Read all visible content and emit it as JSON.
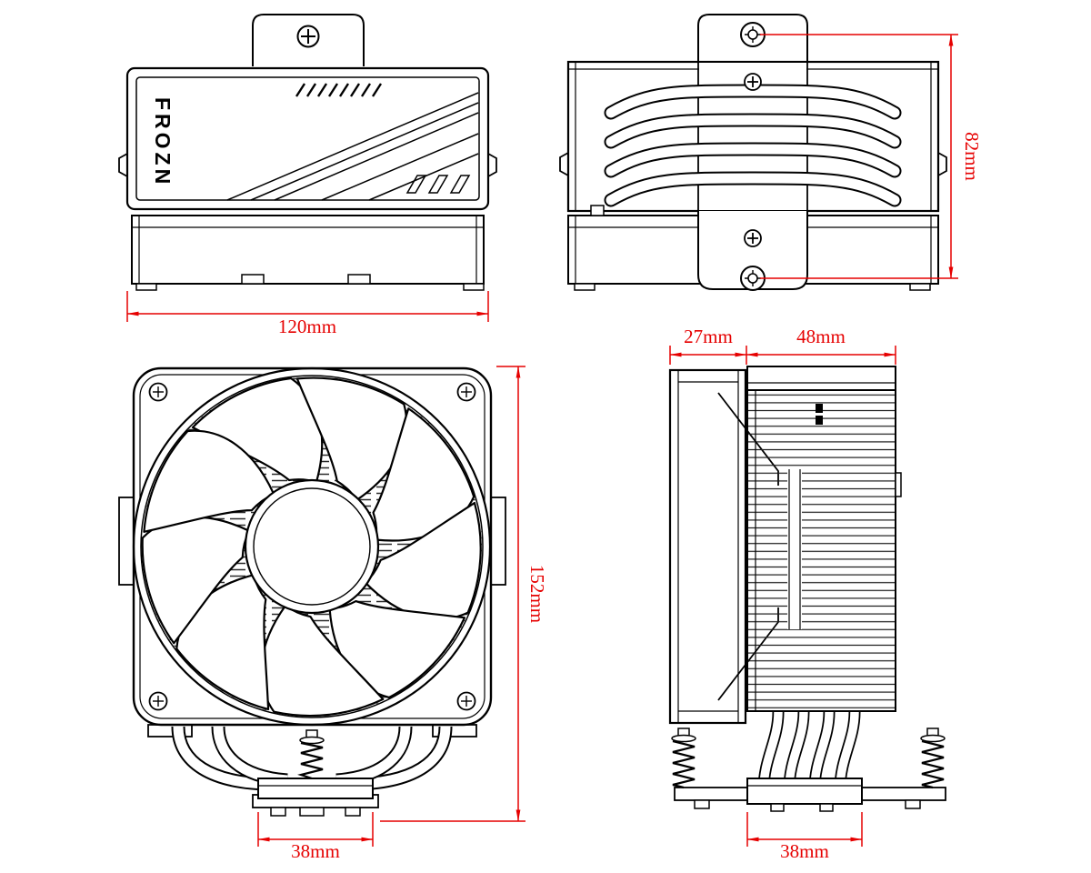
{
  "brand": "FROZN",
  "colors": {
    "dimension_red": "#e60000",
    "line_black": "#000000",
    "background": "#ffffff"
  },
  "dimensions": {
    "top_width": "120mm",
    "rear_height": "82mm",
    "front_height": "152mm",
    "front_base_width": "38mm",
    "side_fan_depth": "27mm",
    "side_fin_depth": "48mm",
    "side_base_width": "38mm"
  }
}
